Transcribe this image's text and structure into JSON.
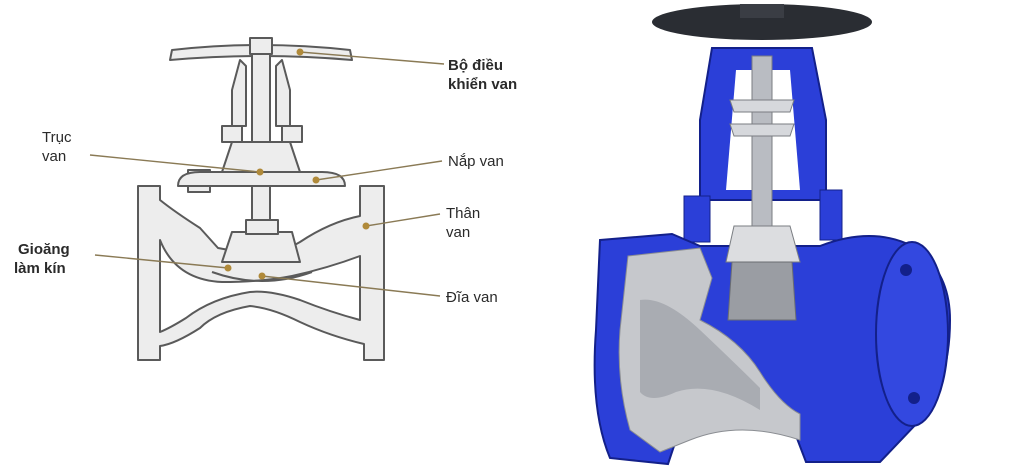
{
  "labels": {
    "actuator_line1": "Bộ điều",
    "actuator_line2": "khiển van",
    "stem_line1": "Trục",
    "stem_line2": "van",
    "bonnet": "Nắp van",
    "body_line1": "Thân",
    "body_line2": "van",
    "gasket_line1": "Gioăng",
    "gasket_line2": "làm kín",
    "disc": "Đĩa van"
  },
  "colors": {
    "outline": "#5a5a5a",
    "casting_fill": "#ededed",
    "leader_line": "#8a7a55",
    "marker": "#b08a3a",
    "blue_body": "#2b3fd8",
    "blue_dark": "#13208a",
    "steel": "#b9bcc2",
    "handwheel": "#2a2d33"
  }
}
